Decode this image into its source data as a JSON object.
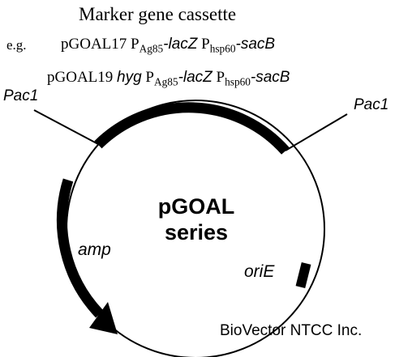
{
  "header": {
    "title": "Marker gene cassette",
    "eg_label": "e.g."
  },
  "constructs": [
    {
      "name": "pGOAL17",
      "marker": "",
      "promoter1": "P",
      "promoter1_sub": "Ag85",
      "gene1": "lacZ",
      "promoter2": "P",
      "promoter2_sub": "hsp60",
      "gene2": "sacB"
    },
    {
      "name": "pGOAL19",
      "marker": "hyg",
      "promoter1": "P",
      "promoter1_sub": "Ag85",
      "gene1": "lacZ",
      "promoter2": "P",
      "promoter2_sub": "hsp60",
      "gene2": "sacB"
    }
  ],
  "sites": {
    "left": "Pac1",
    "right": "Pac1"
  },
  "plasmid": {
    "name_line1": "pGOAL",
    "name_line2": "series"
  },
  "features": {
    "amp": "amp",
    "ori": "oriE"
  },
  "watermark": "BioVector NTCC Inc.",
  "colors": {
    "ink": "#000000",
    "background": "#ffffff"
  }
}
